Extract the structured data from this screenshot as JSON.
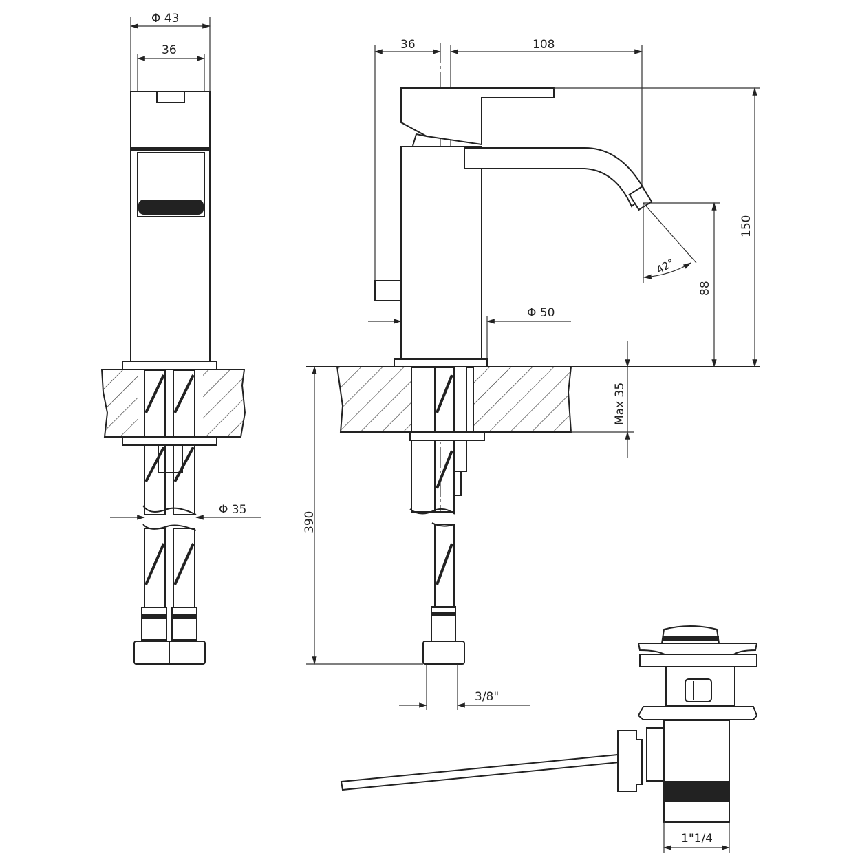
{
  "title": "Bidet mixer technical drawing",
  "dimensions": {
    "front_diameter": "Φ 43",
    "front_width": "36",
    "side_offset": "36",
    "spout_reach": "108",
    "total_height": "150",
    "spout_height": "88",
    "spout_angle": "42°",
    "base_diameter": "Φ 50",
    "max_counter_thickness": "Max 35",
    "hole_diameter": "Φ 35",
    "hose_length": "390",
    "hose_connection": "3/8\"",
    "waste_thread": "1\"1/4"
  },
  "colors": {
    "line": "#222222",
    "background": "#ffffff"
  }
}
